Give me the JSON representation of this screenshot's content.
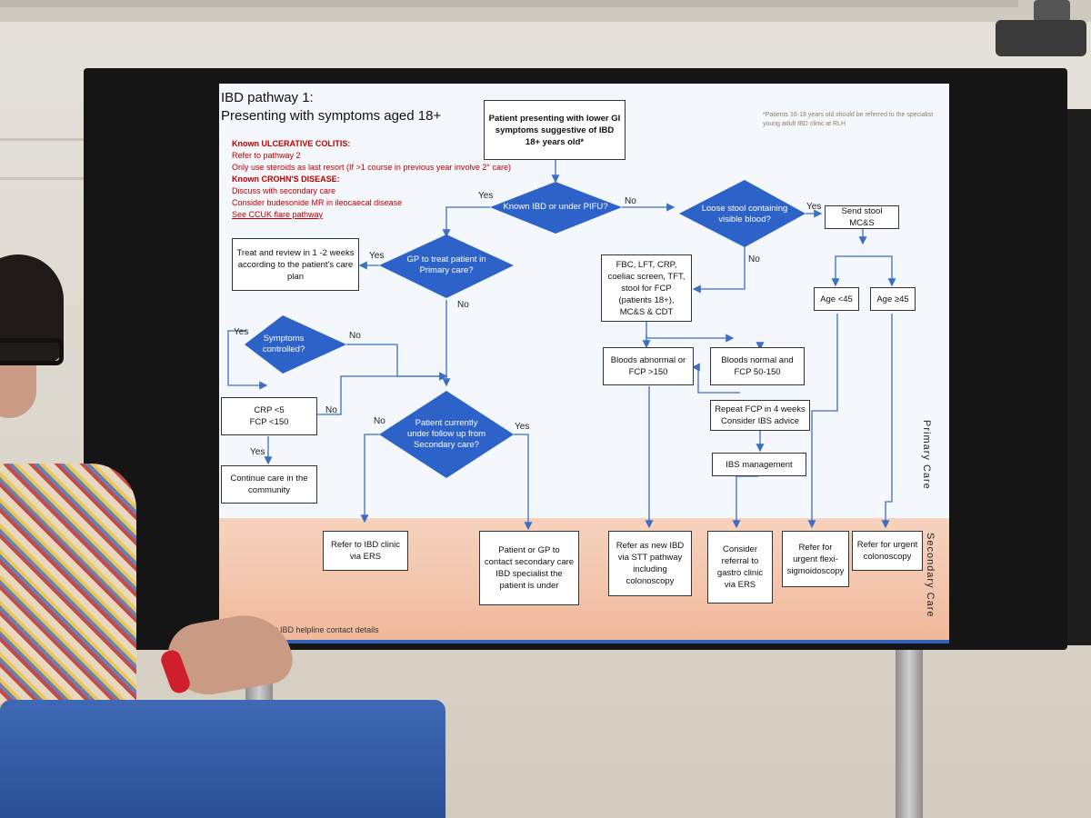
{
  "title": {
    "line1": "IBD pathway 1:",
    "line2": "Presenting with symptoms aged 18+"
  },
  "notes": {
    "uc_heading": "Known ULCERATIVE COLITIS:",
    "uc_line1": "Refer to pathway 2",
    "uc_line2": "Only use steroids as last resort (If >1 course in previous year involve 2° care)",
    "cd_heading": "Known CROHN'S DISEASE:",
    "cd_line1": "Discuss with secondary care",
    "cd_line2": "Consider budesonide MR in ileocaecal disease",
    "cd_link": "See CCUK flare pathway",
    "age_note": "*Patients 16-18 years old should be referred to the specialist young adult IBD clinic at RLH"
  },
  "nodes": {
    "start": "Patient presenting with lower GI symptoms suggestive of IBD 18+ years old*",
    "known_ibd": "Known IBD or under PIFU?",
    "loose_stool": "Loose stool containing visible blood?",
    "send_stool": "Send stool MC&S",
    "gp_treat": "GP to treat patient in Primary care?",
    "treat_review": "Treat and review in 1 -2 weeks according to the patient's care plan",
    "symptoms_controlled": "Symptoms controlled?",
    "crp": "CRP <5\nFCP <150",
    "continue_care": "Continue care in the community",
    "under_followup": "Patient currently under follow up from Secondary care?",
    "fbc": "FBC, LFT, CRP, coeliac screen, TFT, stool for FCP (patients 18+), MC&S & CDT",
    "age_lt45": "Age <45",
    "age_ge45": "Age ≥45",
    "bloods_abnormal": "Bloods abnormal or FCP >150",
    "bloods_normal": "Bloods normal and FCP 50-150",
    "repeat_fcp": "Repeat FCP in 4 weeks Consider IBS advice",
    "ibs_management": "IBS management",
    "refer_ibd_clinic": "Refer to IBD clinic via ERS",
    "contact_secondary": "Patient or GP to contact secondary care IBD specialist the patient is under",
    "refer_new_ibd": "Refer as new IBD via STT pathway including colonoscopy",
    "refer_gastro": "Consider referral to gastro clinic via ERS",
    "refer_flexi": "Refer for urgent flexi-sigmoidoscopy",
    "refer_colonoscopy": "Refer for urgent colonoscopy"
  },
  "labels": {
    "yes": "Yes",
    "no": "No"
  },
  "side_labels": {
    "primary": "Primary Care",
    "secondary": "Secondary Care"
  },
  "footer": "See ... relevant IBD helpline contact details",
  "colors": {
    "diamond": "#2d63c8",
    "secondary_band": "#f1b89a",
    "note_red": "#c00000"
  }
}
